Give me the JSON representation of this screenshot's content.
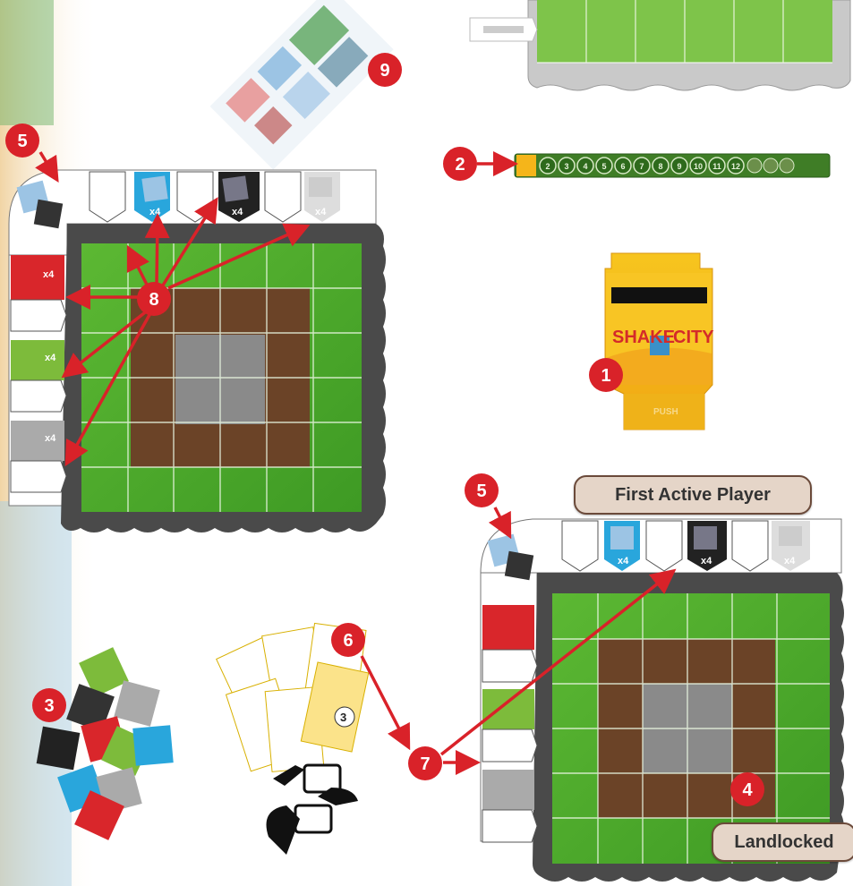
{
  "labels": {
    "first_active_player": "First Active Player",
    "landlocked": "Landlocked"
  },
  "markers": {
    "m1": "1",
    "m2": "2",
    "m3": "3",
    "m4": "4",
    "m5a": "5",
    "m5b": "5",
    "m6": "6",
    "m7": "7",
    "m8": "8",
    "m9": "9"
  },
  "box": {
    "logo_part1": "SHAKE",
    "logo_part2": "CITY",
    "push": "PUSH"
  },
  "card_value": "3",
  "tile_multipliers": {
    "blue": "x4",
    "black": "x4",
    "grey": "x4",
    "red": "x4",
    "green": "x4",
    "grey_side": "x4"
  },
  "score_track_numbers": [
    "2",
    "3",
    "4",
    "5",
    "6",
    "7",
    "8",
    "9",
    "10",
    "11",
    "12"
  ],
  "colors": {
    "marker_red": "#d92229",
    "grass": "#4ea82d",
    "dirt": "#6b4327",
    "concrete": "#8a8a8a",
    "board_frame": "#4a4a4a",
    "box_yellow": "#f5c21a",
    "label_bg": "#e5d5c8"
  }
}
